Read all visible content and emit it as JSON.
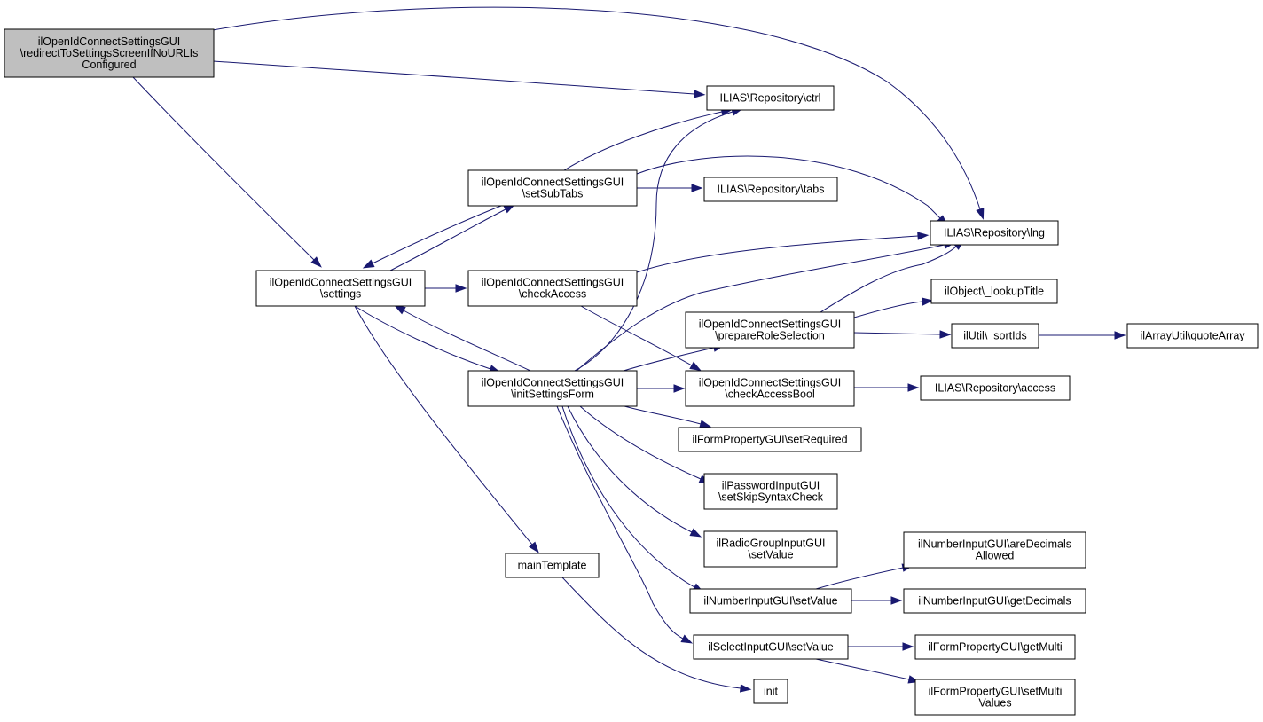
{
  "colors": {
    "edge": "#191970",
    "root_fill": "#bfbfbf",
    "node_fill": "#ffffff",
    "border": "#000000"
  },
  "nodes": [
    {
      "id": "root",
      "lines": [
        "ilOpenIdConnectSettingsGUI",
        "\\redirectToSettingsScreenIfNoURLIs",
        "Configured"
      ]
    },
    {
      "id": "ctrl",
      "lines": [
        "ILIAS\\Repository\\ctrl"
      ]
    },
    {
      "id": "setsub",
      "lines": [
        "ilOpenIdConnectSettingsGUI",
        "\\setSubTabs"
      ]
    },
    {
      "id": "tabs",
      "lines": [
        "ILIAS\\Repository\\tabs"
      ]
    },
    {
      "id": "lng",
      "lines": [
        "ILIAS\\Repository\\lng"
      ]
    },
    {
      "id": "settings",
      "lines": [
        "ilOpenIdConnectSettingsGUI",
        "\\settings"
      ]
    },
    {
      "id": "checkacc",
      "lines": [
        "ilOpenIdConnectSettingsGUI",
        "\\checkAccess"
      ]
    },
    {
      "id": "lookup",
      "lines": [
        "ilObject\\_lookupTitle"
      ]
    },
    {
      "id": "prepare",
      "lines": [
        "ilOpenIdConnectSettingsGUI",
        "\\prepareRoleSelection"
      ]
    },
    {
      "id": "sortids",
      "lines": [
        "ilUtil\\_sortIds"
      ]
    },
    {
      "id": "quote",
      "lines": [
        "ilArrayUtil\\quoteArray"
      ]
    },
    {
      "id": "init",
      "lines": [
        "ilOpenIdConnectSettingsGUI",
        "\\initSettingsForm"
      ]
    },
    {
      "id": "checkbool",
      "lines": [
        "ilOpenIdConnectSettingsGUI",
        "\\checkAccessBool"
      ]
    },
    {
      "id": "access",
      "lines": [
        "ILIAS\\Repository\\access"
      ]
    },
    {
      "id": "setreq",
      "lines": [
        "ilFormPropertyGUI\\setRequired"
      ]
    },
    {
      "id": "pwd",
      "lines": [
        "ilPasswordInputGUI",
        "\\setSkipSyntaxCheck"
      ]
    },
    {
      "id": "radio",
      "lines": [
        "ilRadioGroupInputGUI",
        "\\setValue"
      ]
    },
    {
      "id": "maintpl",
      "lines": [
        "mainTemplate"
      ]
    },
    {
      "id": "aredec",
      "lines": [
        "ilNumberInputGUI\\areDecimals",
        "Allowed"
      ]
    },
    {
      "id": "numset",
      "lines": [
        "ilNumberInputGUI\\setValue"
      ]
    },
    {
      "id": "getdec",
      "lines": [
        "ilNumberInputGUI\\getDecimals"
      ]
    },
    {
      "id": "selset",
      "lines": [
        "ilSelectInputGUI\\setValue"
      ]
    },
    {
      "id": "getmulti",
      "lines": [
        "ilFormPropertyGUI\\getMulti"
      ]
    },
    {
      "id": "initfn",
      "lines": [
        "init"
      ]
    },
    {
      "id": "setmulti",
      "lines": [
        "ilFormPropertyGUI\\setMulti",
        "Values"
      ]
    }
  ],
  "edges": [
    [
      "root",
      "ctrl"
    ],
    [
      "root",
      "lng"
    ],
    [
      "root",
      "settings"
    ],
    [
      "settings",
      "setsub"
    ],
    [
      "settings",
      "checkacc"
    ],
    [
      "settings",
      "init"
    ],
    [
      "settings",
      "maintpl"
    ],
    [
      "setsub",
      "ctrl"
    ],
    [
      "setsub",
      "tabs"
    ],
    [
      "setsub",
      "lng"
    ],
    [
      "setsub",
      "settings"
    ],
    [
      "checkacc",
      "lng"
    ],
    [
      "checkacc",
      "checkbool"
    ],
    [
      "init",
      "ctrl"
    ],
    [
      "init",
      "lng"
    ],
    [
      "init",
      "settings"
    ],
    [
      "init",
      "prepare"
    ],
    [
      "init",
      "checkbool"
    ],
    [
      "init",
      "setreq"
    ],
    [
      "init",
      "pwd"
    ],
    [
      "init",
      "radio"
    ],
    [
      "init",
      "numset"
    ],
    [
      "init",
      "selset"
    ],
    [
      "prepare",
      "lng"
    ],
    [
      "prepare",
      "lookup"
    ],
    [
      "prepare",
      "sortids"
    ],
    [
      "sortids",
      "quote"
    ],
    [
      "checkbool",
      "access"
    ],
    [
      "numset",
      "aredec"
    ],
    [
      "numset",
      "getdec"
    ],
    [
      "selset",
      "getmulti"
    ],
    [
      "selset",
      "setmulti"
    ],
    [
      "maintpl",
      "initfn"
    ]
  ]
}
